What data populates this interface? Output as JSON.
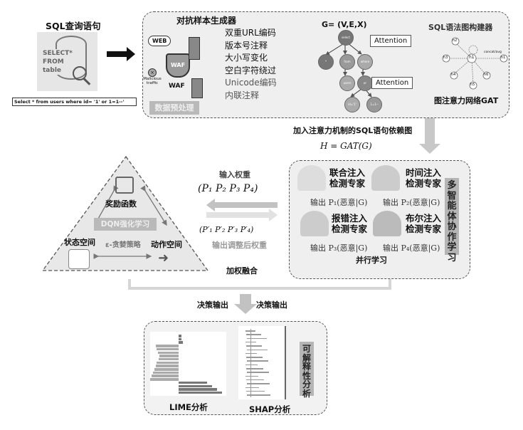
{
  "sql_input": {
    "title": "SQL查询语句",
    "icon_text": [
      "SELECT*",
      "FROM",
      "table"
    ],
    "query": "Select * from users where id=  '1'  or 1=1--'"
  },
  "generator": {
    "title": "对抗样本生成器",
    "web": "WEB",
    "waf": "WAF",
    "waf_label": "WAF",
    "malicious": "Malicious traffic",
    "preprocess": "数据预处理",
    "methods": [
      "双重URL编码",
      "版本号注释",
      "大小写变化",
      "空白字符绕过",
      "Unicode编码",
      "内联注释"
    ]
  },
  "graph": {
    "formula": "G=  (V,E,X)",
    "nodes": [
      "select",
      "*",
      "from",
      "where",
      "users",
      "or",
      "id='1'",
      "1=1--"
    ],
    "attention": [
      "Attention",
      "Attention"
    ]
  },
  "gat": {
    "title": "SQL语法图构建器",
    "caption": "图注意力网络GAT",
    "center": "h1",
    "neighbors": [
      "h2",
      "h3",
      "h4",
      "h5",
      "h6",
      "h1"
    ],
    "edge_label": "concat/avg"
  },
  "dependency": {
    "label": "加入注意力机制的SQL语句依赖图",
    "formula": "H = GAT(G)"
  },
  "experts": {
    "side_label": "多智能体协作学习",
    "parallel": "并行学习",
    "items": [
      {
        "name": "联合注入检测专家",
        "output": "输出 P₁(恶意|G)"
      },
      {
        "name": "时间注入检测专家",
        "output": "输出 P₂(恶意|G)"
      },
      {
        "name": "报错注入检测专家",
        "output": "输出 P₃(恶意|G)"
      },
      {
        "name": "布尔注入检测专家",
        "output": "输出 P₄(恶意|G)"
      }
    ]
  },
  "weights": {
    "input_label": "输入权重",
    "input_vec": "(P₁  P₂  P₃  P₄)",
    "output_vec": "(P′₁  P′₂  P′₃  P′₄)",
    "output_label": "输出调整后权重",
    "fusion": "加权融合"
  },
  "dqn": {
    "reward": "奖励函数",
    "center": "DQN强化学习",
    "state": "状态空间",
    "action": "动作空间",
    "policy": "ε-贪婪策略"
  },
  "decision": {
    "left": "决策输出",
    "right": "决策输出"
  },
  "explain": {
    "side_label": "可解释性分析",
    "lime": "LIME分析",
    "shap": "SHAP分析",
    "lime_values": [
      0.1,
      0.12,
      0.16,
      -0.9,
      -0.85,
      -0.8,
      -0.75,
      -0.78,
      -0.85,
      -0.9,
      -0.95,
      -1.0,
      -1.05,
      -1.1,
      1.1,
      1.3,
      1.5,
      1.7
    ]
  }
}
